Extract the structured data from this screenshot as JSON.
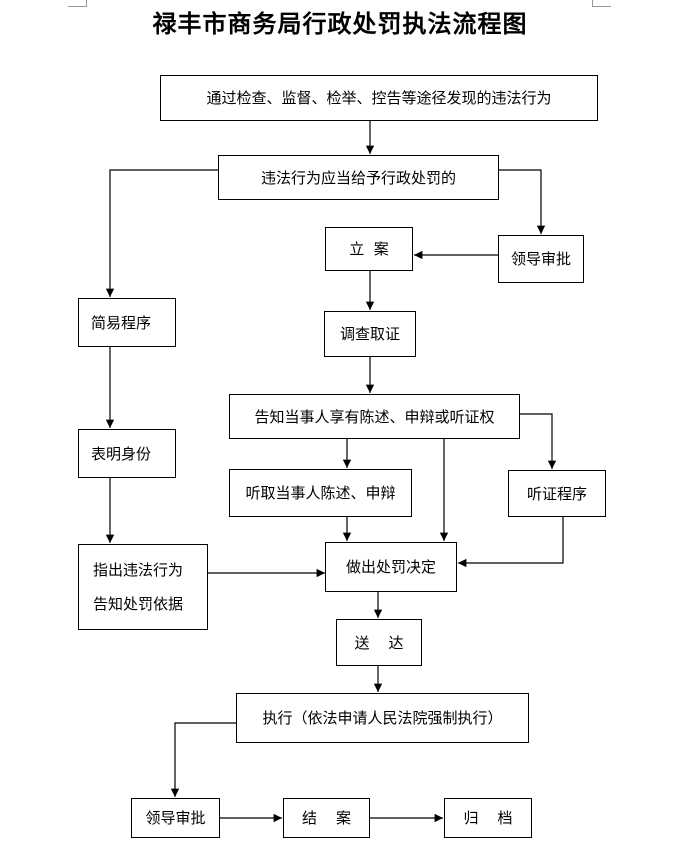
{
  "title": "禄丰市商务局行政处罚执法流程图",
  "nodes": {
    "discover": "通过检查、监督、检举、控告等途径发现的违法行为",
    "should_punish": "违法行为应当给予行政处罚的",
    "file_case": "立  案",
    "leader_approval_1": "领导审批",
    "simple_procedure": "简易程序",
    "investigate": "调查取证",
    "notify_rights": "告知当事人享有陈述、申辩或听证权",
    "show_identity": "表明身份",
    "listen_statement": "听取当事人陈述、申辩",
    "hearing_procedure": "听证程序",
    "point_out_line1": "指出违法行为",
    "point_out_line2": "告知处罚依据",
    "decision": "做出处罚决定",
    "deliver": "送    达",
    "execute": "执行（依法申请人民法院强制执行）",
    "leader_approval_2": "领导审批",
    "close_case": "结    案",
    "archive": "归    档"
  }
}
